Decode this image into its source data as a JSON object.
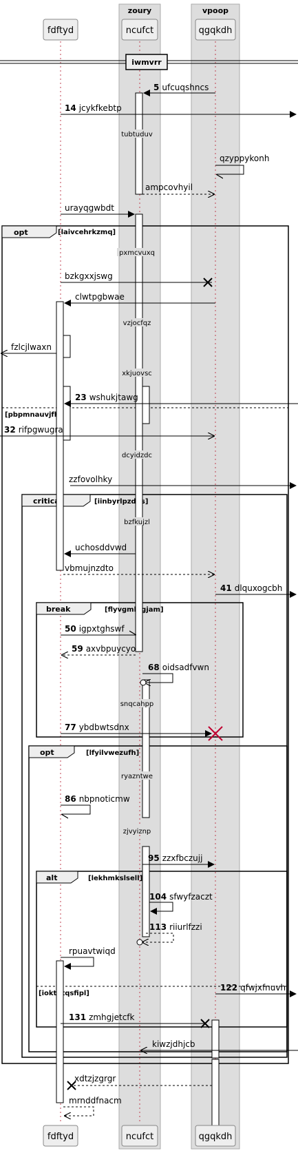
{
  "groups": [
    {
      "title": "zoury"
    },
    {
      "title": "vpoop"
    }
  ],
  "participants": [
    {
      "name": "fdftyd"
    },
    {
      "name": "ncufct"
    },
    {
      "name": "qgqkdh"
    }
  ],
  "section_divider": "iwmvrr",
  "delays": [
    "tubtuduv",
    "pxmcvuxq",
    "vzjocfqz",
    "xkjuovsc",
    "dcyidzdc",
    "bzfkujzl",
    "snqcahpp",
    "ryazntwe",
    "zjvyiznp"
  ],
  "fragments": {
    "opt1": {
      "keyword": "opt",
      "condition": "[laivcehrkzmq]",
      "else_condition": "[pbpmnauvjfhf]"
    },
    "critical": {
      "keyword": "critical",
      "condition": "[iinbyrlpzdgs]"
    },
    "break": {
      "keyword": "break",
      "condition": "[flyvgmbjgjam]"
    },
    "opt2": {
      "keyword": "opt",
      "condition": "[lfyilvwezufh]"
    },
    "alt": {
      "keyword": "alt",
      "condition": "[lekhmkslsell]",
      "else_condition": "[ioktntqsfipl]"
    }
  },
  "messages": [
    {
      "num": "5",
      "label": "ufcuqshncs"
    },
    {
      "num": "14",
      "label": "jcykfkebtp"
    },
    {
      "num": "",
      "label": "qzyppykonh"
    },
    {
      "num": "",
      "label": "ampcovhyil"
    },
    {
      "num": "",
      "label": "urayqgwbdt"
    },
    {
      "num": "",
      "label": "bzkgxxjswg"
    },
    {
      "num": "",
      "label": "clwtpgbwae"
    },
    {
      "num": "",
      "label": "fzlcjlwaxn"
    },
    {
      "num": "23",
      "label": "wshukjtawg"
    },
    {
      "num": "32",
      "label": "rifpgwugra"
    },
    {
      "num": "",
      "label": "zzfovolhky"
    },
    {
      "num": "",
      "label": "uchosddvwd"
    },
    {
      "num": "",
      "label": "vbmujnzdto"
    },
    {
      "num": "41",
      "label": "dlquxogcbh"
    },
    {
      "num": "50",
      "label": "igpxtghswf"
    },
    {
      "num": "59",
      "label": "axvbpuycyo"
    },
    {
      "num": "68",
      "label": "oidsadfvwn"
    },
    {
      "num": "77",
      "label": "ybdbwtsdnx"
    },
    {
      "num": "86",
      "label": "nbpnoticmw"
    },
    {
      "num": "95",
      "label": "zzxfbczujj"
    },
    {
      "num": "104",
      "label": "sfwyfzaczt"
    },
    {
      "num": "113",
      "label": "riiurlfzzi"
    },
    {
      "num": "",
      "label": "rpuavtwiqd"
    },
    {
      "num": "122",
      "label": "qfwjxfnuvh"
    },
    {
      "num": "131",
      "label": "zmhgjetcfk"
    },
    {
      "num": "",
      "label": "kiwzjdhjcb"
    },
    {
      "num": "",
      "label": "xdtzjzgrgr"
    },
    {
      "num": "",
      "label": "mrnddfnacm"
    }
  ]
}
